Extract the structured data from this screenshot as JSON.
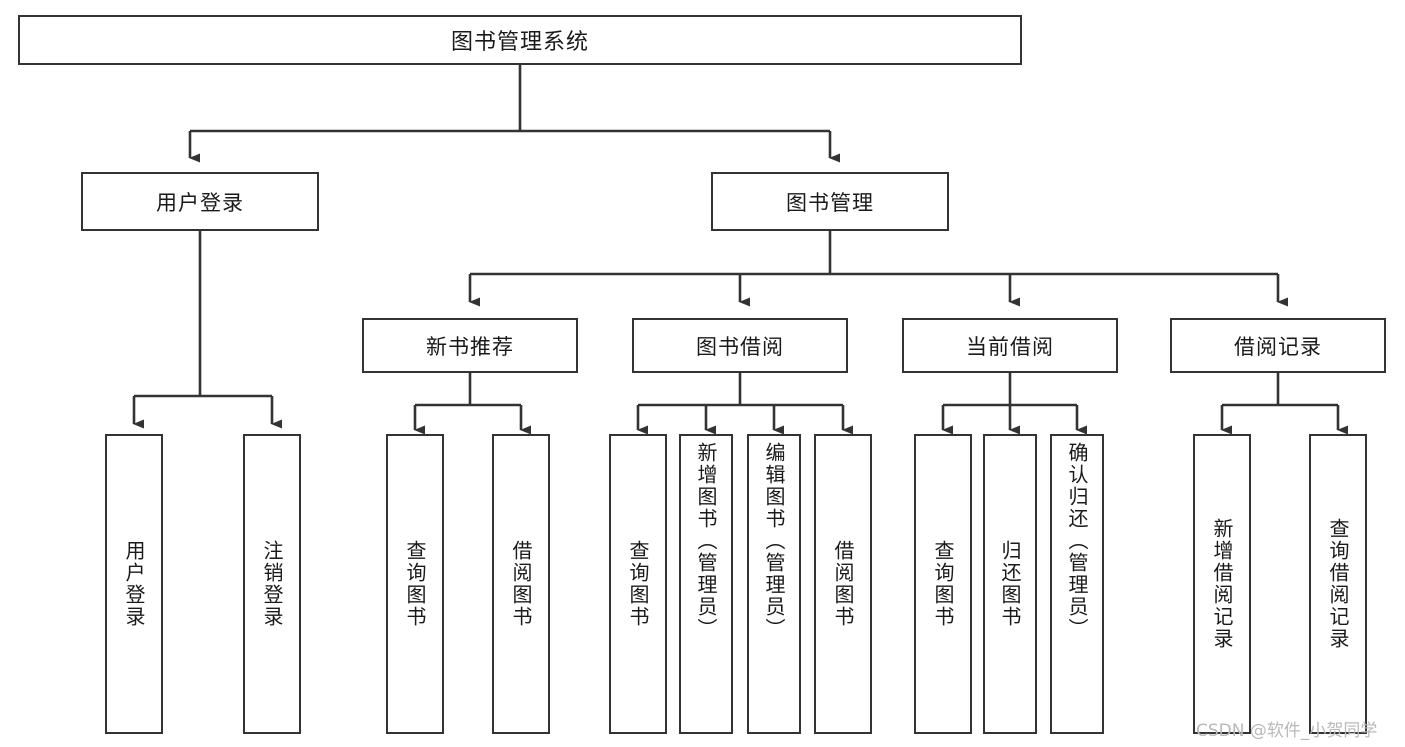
{
  "diagram": {
    "title": "图书管理系统",
    "type": "tree-hierarchy-chart",
    "watermark": "CSDN @软件_小贺同学",
    "colors": {
      "border": "#333333",
      "background": "#ffffff",
      "text": "#1a1a1a",
      "watermark": "#b9b9b9"
    }
  },
  "nodes": {
    "root": {
      "label": "图书管理系统",
      "level": 0
    },
    "level1": [
      {
        "id": "user-login",
        "label": "用户登录"
      },
      {
        "id": "book-management",
        "label": "图书管理"
      }
    ],
    "level2": [
      {
        "id": "new-book-recommend",
        "label": "新书推荐",
        "parent": "book-management"
      },
      {
        "id": "book-borrow",
        "label": "图书借阅",
        "parent": "book-management"
      },
      {
        "id": "current-borrow",
        "label": "当前借阅",
        "parent": "book-management"
      },
      {
        "id": "borrow-record",
        "label": "借阅记录",
        "parent": "book-management"
      }
    ],
    "leaves": {
      "user-login": [
        {
          "id": "leaf-user-login",
          "label": "用户登录"
        },
        {
          "id": "leaf-logout-login",
          "label": "注销登录"
        }
      ],
      "new-book-recommend": [
        {
          "id": "leaf-query-book-1",
          "label": "查询图书"
        },
        {
          "id": "leaf-borrow-book-1",
          "label": "借阅图书"
        }
      ],
      "book-borrow": [
        {
          "id": "leaf-query-book-2",
          "label": "查询图书"
        },
        {
          "id": "leaf-add-book",
          "label": "新增图书（管理员）"
        },
        {
          "id": "leaf-edit-book",
          "label": "编辑图书（管理员）"
        },
        {
          "id": "leaf-borrow-book-2",
          "label": "借阅图书"
        }
      ],
      "current-borrow": [
        {
          "id": "leaf-query-book-3",
          "label": "查询图书"
        },
        {
          "id": "leaf-return-book",
          "label": "归还图书"
        },
        {
          "id": "leaf-confirm-return",
          "label": "确认归还（管理员）"
        }
      ],
      "borrow-record": [
        {
          "id": "leaf-add-record",
          "label": "新增借阅记录"
        },
        {
          "id": "leaf-query-record",
          "label": "查询借阅记录"
        }
      ]
    }
  }
}
